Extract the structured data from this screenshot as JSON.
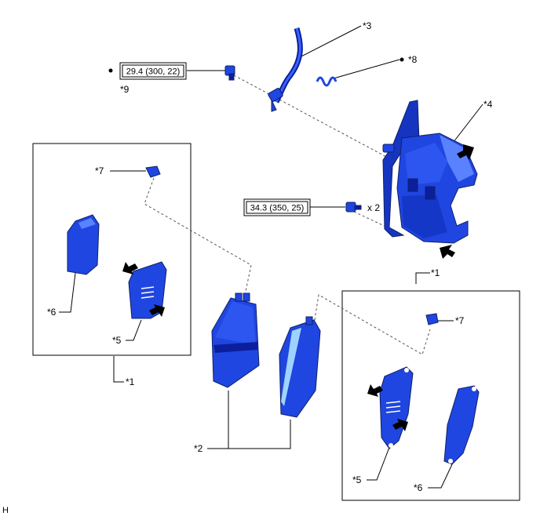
{
  "colors": {
    "part_fill": "#1f46e0",
    "part_dark": "#0b1f9c",
    "part_light": "#5a82ff",
    "part_highlight": "#9fd3ff",
    "line": "#000000"
  },
  "callouts": {
    "c1_left": "*1",
    "c1_right": "*1",
    "c2": "*2",
    "c3": "*3",
    "c4": "*4",
    "c5_left": "*5",
    "c5_right": "*5",
    "c6_left": "*6",
    "c6_right": "*6",
    "c7_left": "*7",
    "c7_right": "*7",
    "c8": "*8",
    "c9": "*9"
  },
  "torque": {
    "bolt_9": "29.4 (300, 22)",
    "bolt_caliper": "34.3 (350, 25)"
  },
  "quantity": "x 2",
  "corner_code": "H",
  "icons": [
    "bullet-dot-icon",
    "direction-arrow-icon"
  ]
}
